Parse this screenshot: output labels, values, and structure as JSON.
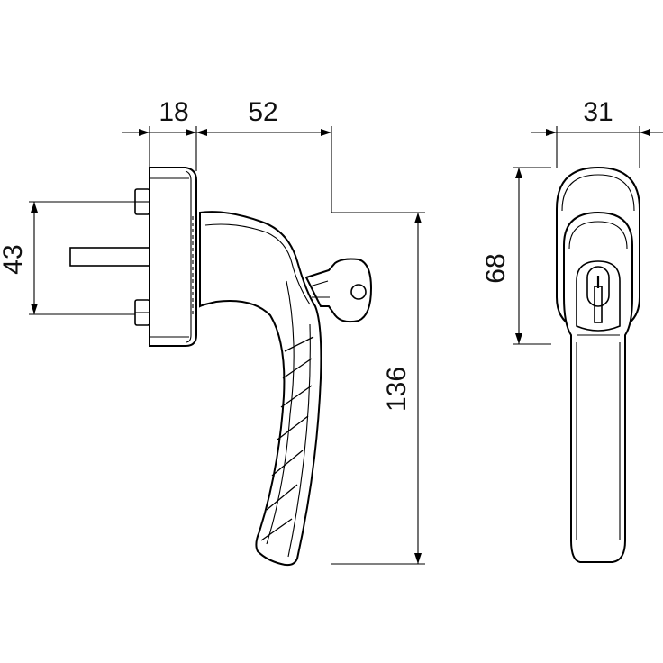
{
  "dimensions": {
    "rosette_depth": "18",
    "handle_projection": "52",
    "bolt_spacing": "43",
    "handle_length": "136",
    "width": "31",
    "rosette_height": "68"
  }
}
